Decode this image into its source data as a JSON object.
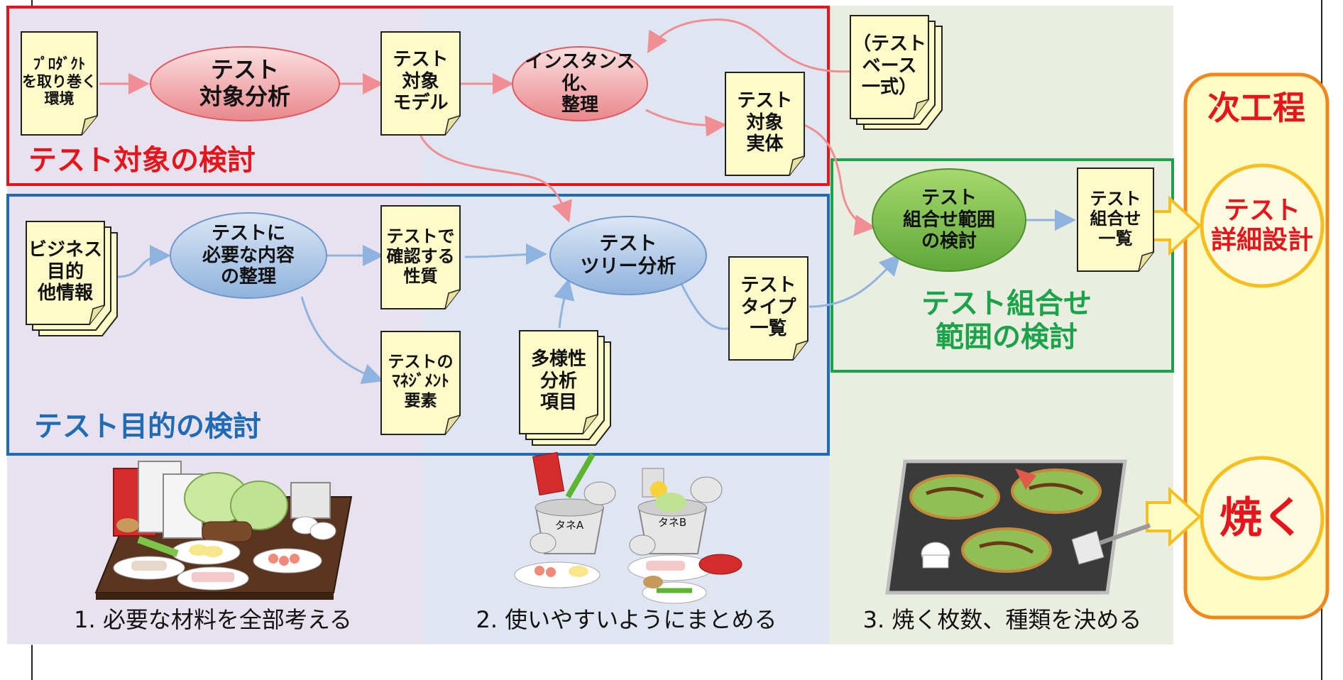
{
  "sections": {
    "target": {
      "title": "テスト対象の検討",
      "color": "#e8141c"
    },
    "purpose": {
      "title": "テスト目的の検討",
      "color": "#1f6bb5"
    },
    "combination": {
      "title": "テスト組合せ\n範囲の検討",
      "color": "#1ba34a"
    },
    "next_step": {
      "title": "次工程",
      "color": "#e8141c"
    }
  },
  "documents": {
    "product_env": "ﾌﾟﾛﾀﾞｸﾄ\nを取り巻く\n環境",
    "target_model": "テスト\n対象\nモデル",
    "test_base": "（テスト\nベース\n一式）",
    "target_entity": "テスト\n対象\n実体",
    "business_info": "ビジネス\n目的\n他情報",
    "confirm_property": "テストで\n確認する\n性質",
    "management": "テストの\nﾏﾈｼﾞﾒﾝﾄ\n要素",
    "diversity": "多様性\n分析\n項目",
    "test_type_list": "テスト\nタイプ\n一覧",
    "combination_list": "テスト\n組合せ\n一覧"
  },
  "processes": {
    "target_analysis": "テスト\n対象分析",
    "instantiate": "インスタンス化、\n整理",
    "content_organize": "テストに\n必要な内容\nの整理",
    "tree_analysis": "テスト\nツリー分析",
    "combination_scope": "テスト\n組合せ範囲\nの検討"
  },
  "next_steps": {
    "detail_design": "テスト\n詳細設計",
    "bake": "焼く"
  },
  "captions": {
    "step1": "1. 必要な材料を全部考える",
    "step2": "2. 使いやすいようにまとめる",
    "step3": "3. 焼く枚数、種類を決める"
  },
  "illustration_labels": {
    "batter_a": "タネA",
    "batter_b": "タネB"
  }
}
